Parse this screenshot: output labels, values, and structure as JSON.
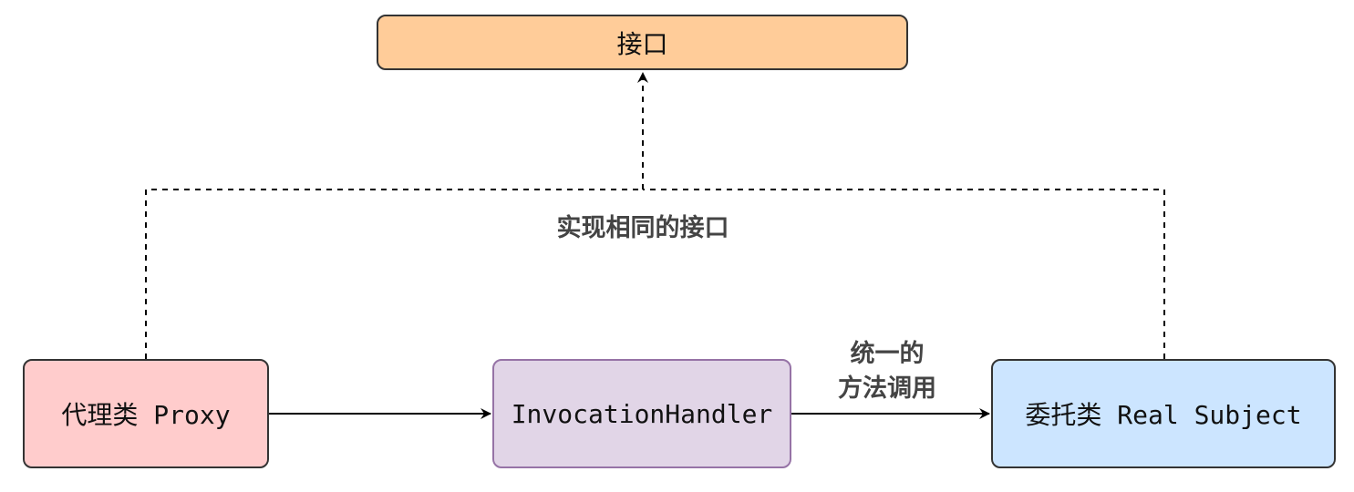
{
  "colors": {
    "interface_fill": "#ffcc99",
    "proxy_fill": "#ffcccc",
    "handler_fill": "#e1d5e7",
    "real_subject_fill": "#cce5ff",
    "border": "#333333",
    "label_text": "#444444"
  },
  "nodes": {
    "interface": "接口",
    "proxy": "代理类 Proxy",
    "handler": "InvocationHandler",
    "real_subject": "委托类 Real Subject"
  },
  "edge_labels": {
    "implements_same_interface": "实现相同的接口",
    "unified_call_line1": "统一的",
    "unified_call_line2": "方法调用"
  }
}
